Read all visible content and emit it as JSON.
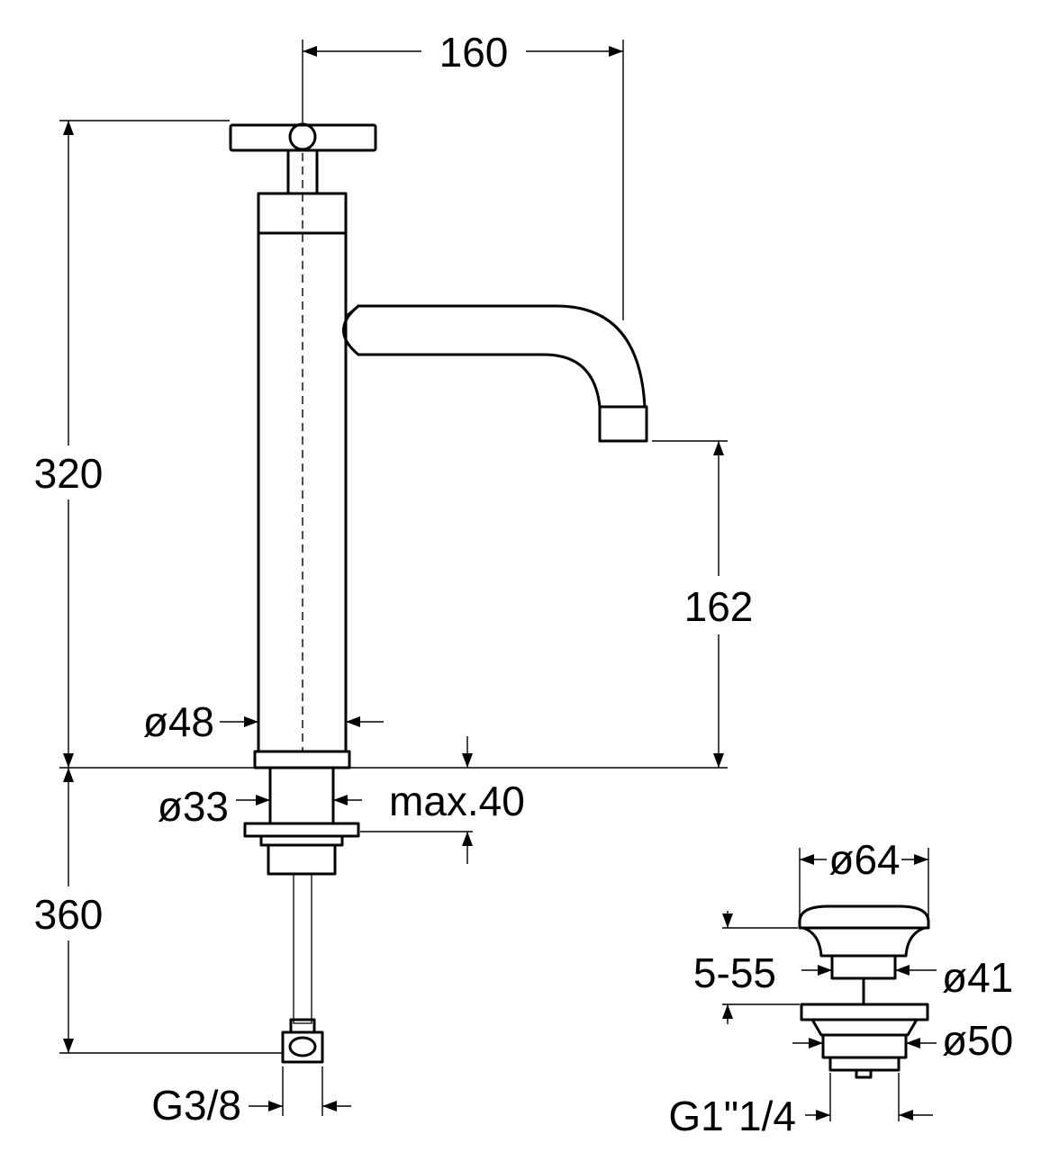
{
  "dimensions": {
    "width_top": "160",
    "total_height": "320",
    "spout_height": "162",
    "body_diameter": "ø48",
    "shank_diameter": "ø33",
    "max_thickness": "max.40",
    "below_counter": "360",
    "hose_thread": "G3/8",
    "waste_cap_diameter": "ø64",
    "waste_adjust": "5-55",
    "waste_inner_diameter": "ø41",
    "waste_flange_diameter": "ø50",
    "waste_thread": "G1\"1/4"
  },
  "icons": {
    "arrowhead": "arrow-icon",
    "hose": "braided-hose-icon",
    "handle": "cross-handle-icon"
  },
  "colors": {
    "line": "#000000",
    "background": "#ffffff"
  }
}
